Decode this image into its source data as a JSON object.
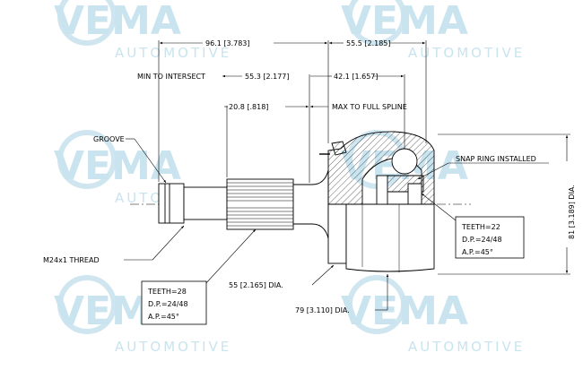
{
  "watermark": {
    "brand": "VEMA",
    "sub": "AUTOMOTIVE"
  },
  "dimensions": {
    "overall_length": "96.1 [3.783]",
    "outer_length": "55.5 [2.185]",
    "min_to_intersect_label": "MIN TO INTERSECT",
    "min_to_intersect": "55.3 [2.177]",
    "inner_offset": "42.1 [1.657]",
    "spline_length": "20.8 [.818]",
    "max_to_full_spline": "MAX TO FULL SPLINE",
    "outer_dia": "81 [3.189] DIA.",
    "seat_dia": "55 [2.165] DIA.",
    "bell_dia": "79 [3.110] DIA."
  },
  "callouts": {
    "groove": "GROOVE",
    "thread": "M24x1 THREAD",
    "snap_ring": "SNAP RING INSTALLED"
  },
  "spec_boxes": {
    "outer": {
      "teeth": "TEETH=28",
      "dp": "D.P.=24/48",
      "ap": "A.P.=45°"
    },
    "inner": {
      "teeth": "TEETH=22",
      "dp": "D.P.=24/48",
      "ap": "A.P.=45°"
    }
  }
}
